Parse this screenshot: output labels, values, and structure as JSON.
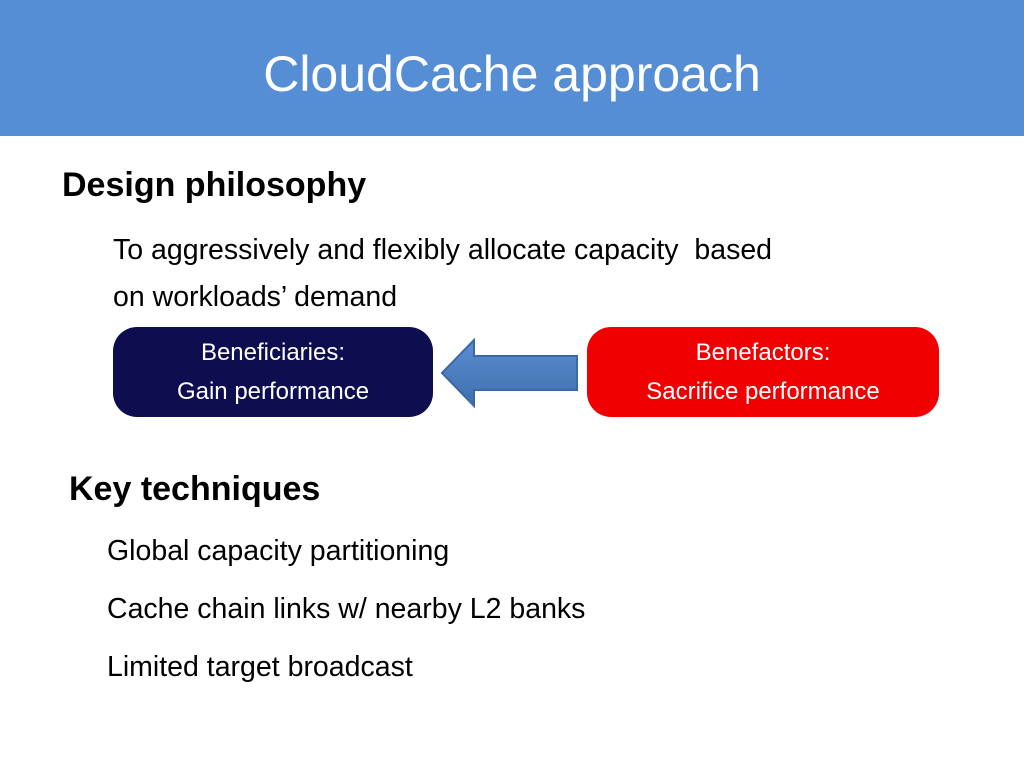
{
  "slide": {
    "title": "CloudCache approach",
    "design": {
      "heading": "Design philosophy",
      "line1": "To aggressively and flexibly allocate capacity  based",
      "line2": "on workloads’ demand"
    },
    "beneficiaries": {
      "line1": "Beneficiaries:",
      "line2": "Gain performance"
    },
    "benefactors": {
      "line1": "Benefactors:",
      "line2": "Sacrifice performance"
    },
    "key": {
      "heading": "Key techniques",
      "items": [
        "Global capacity partitioning",
        "Cache chain links w/ nearby L2 banks",
        "Limited target broadcast"
      ]
    }
  },
  "colors": {
    "title_bar": "#558ed5",
    "beneficiaries_box": "#0d0d50",
    "benefactors_box": "#f00000",
    "arrow": "#4f81bd"
  },
  "icons": {
    "arrow": "left-arrow-icon"
  }
}
